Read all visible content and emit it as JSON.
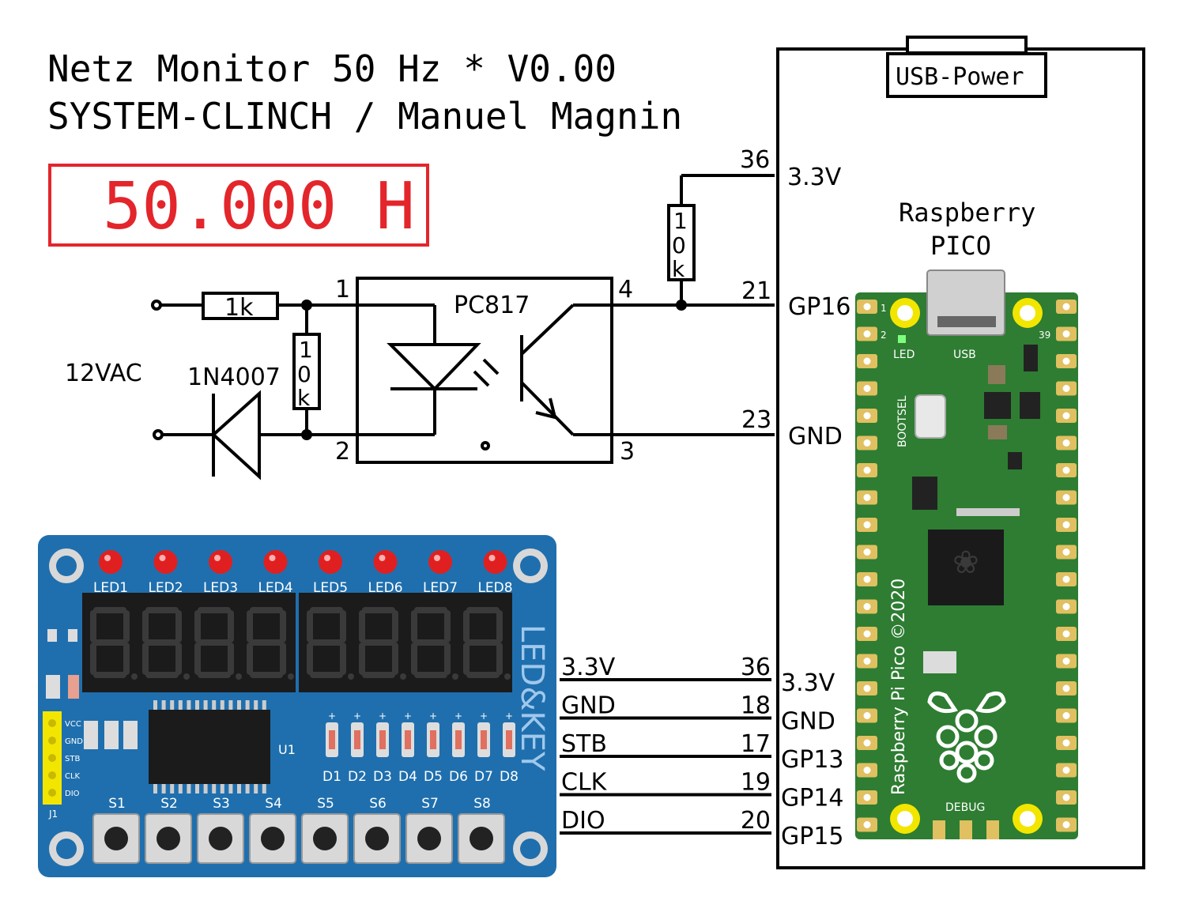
{
  "header": {
    "title_line1": "Netz Monitor 50 Hz * V0.00",
    "title_line2": "SYSTEM-CLINCH / Manuel Magnin",
    "display_value": "50.000 H"
  },
  "colors": {
    "display_red": "#e3262b",
    "pcb_blue": "#1f6fae",
    "pico_green": "#2e7d32",
    "pad_gold": "#f2e600",
    "led_red": "#e02020"
  },
  "circuit": {
    "input_label": "12VAC",
    "r1_label": "1k",
    "r2_label": "10k",
    "r3_label": "10k",
    "diode_label": "1N4007",
    "opto_label": "PC817",
    "opto_pins": [
      "1",
      "2",
      "3",
      "4"
    ],
    "usb_power_label": "USB-Power",
    "pico_name_line1": "Raspberry",
    "pico_name_line2": "PICO",
    "pico_top_connections": [
      {
        "pin": "36",
        "signal": "3.3V"
      },
      {
        "pin": "21",
        "signal": "GP16"
      },
      {
        "pin": "23",
        "signal": "GND"
      }
    ]
  },
  "bus": {
    "rows": [
      {
        "left": "3.3V",
        "pin": "36",
        "right": "3.3V"
      },
      {
        "left": "GND",
        "pin": "18",
        "right": "GND"
      },
      {
        "left": "STB",
        "pin": "17",
        "right": "GP13"
      },
      {
        "left": "CLK",
        "pin": "19",
        "right": "GP14"
      },
      {
        "left": "DIO",
        "pin": "20",
        "right": "GP15"
      }
    ]
  },
  "ledkey_board": {
    "leds": [
      "LED1",
      "LED2",
      "LED3",
      "LED4",
      "LED5",
      "LED6",
      "LED7",
      "LED8"
    ],
    "diodes": [
      "D1",
      "D2",
      "D3",
      "D4",
      "D5",
      "D6",
      "D7",
      "D8"
    ],
    "switches": [
      "S1",
      "S2",
      "S3",
      "S4",
      "S5",
      "S6",
      "S7",
      "S8"
    ],
    "header_pins": [
      "VCC",
      "GND",
      "STB",
      "CLK",
      "DIO"
    ],
    "brand": "LED&KEY",
    "ic_label": "U1",
    "header_label": "J1"
  },
  "pico_board": {
    "usb_label": "USB",
    "led_label": "LED",
    "bootsel_label": "BOOTSEL",
    "debug_label": "DEBUG",
    "silkscreen": "Raspberry Pi Pico ©2020",
    "pin_marks": [
      "1",
      "2",
      "39"
    ]
  }
}
